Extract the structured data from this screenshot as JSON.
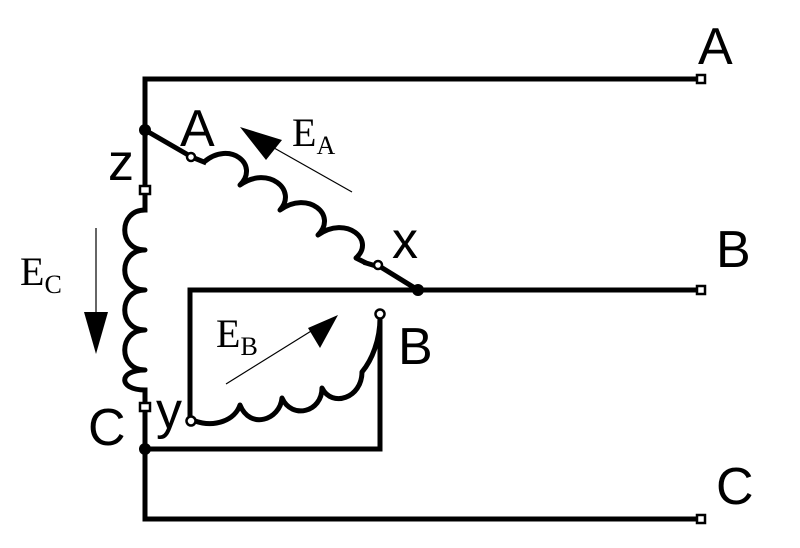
{
  "labels": {
    "line_a": "A",
    "line_b": "B",
    "line_c": "C",
    "wind_a_start": "A",
    "wind_a_end": "x",
    "wind_b_start": "B",
    "wind_b_end": "y",
    "wind_c_start": "C",
    "wind_c_end": "z"
  },
  "emf": {
    "a": {
      "base": "E",
      "sub": "A"
    },
    "b": {
      "base": "E",
      "sub": "B"
    },
    "c": {
      "base": "E",
      "sub": "C"
    }
  }
}
